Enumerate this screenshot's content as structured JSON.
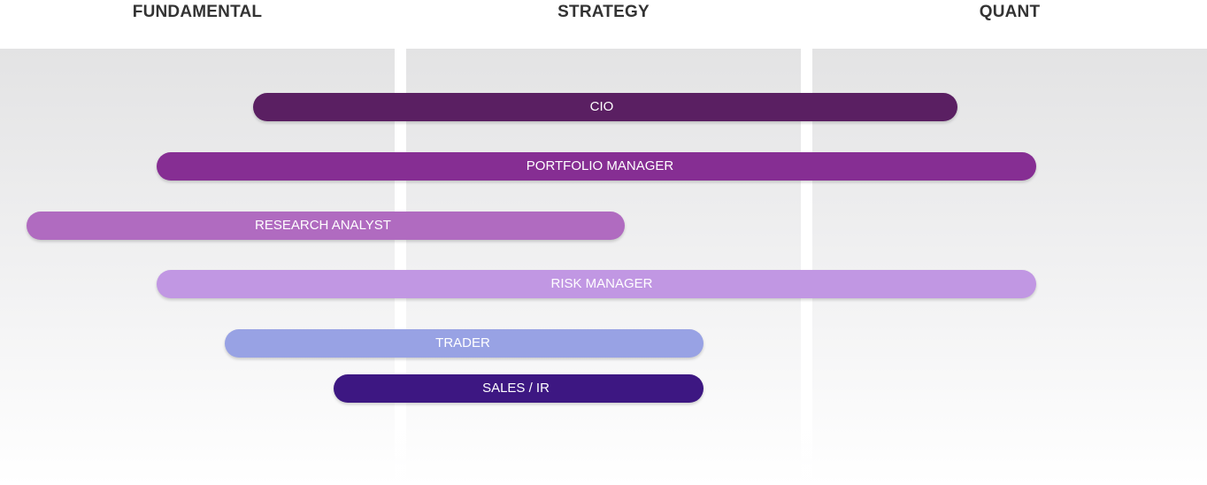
{
  "columns": {
    "fundamental": "FUNDAMENTAL",
    "strategy": "STRATEGY",
    "quant": "QUANT"
  },
  "roles": {
    "cio": {
      "label": "CIO",
      "color": "#5a1f62"
    },
    "portfolio_manager": {
      "label": "PORTFOLIO MANAGER",
      "color": "#862e93"
    },
    "research_analyst": {
      "label": "RESEARCH ANALYST",
      "color": "#b06bc0"
    },
    "risk_manager": {
      "label": "RISK MANAGER",
      "color": "#c197e3"
    },
    "trader": {
      "label": "TRADER",
      "color": "#98a2e4"
    },
    "sales_ir": {
      "label": "SALES / IR",
      "color": "#3d1782"
    }
  }
}
